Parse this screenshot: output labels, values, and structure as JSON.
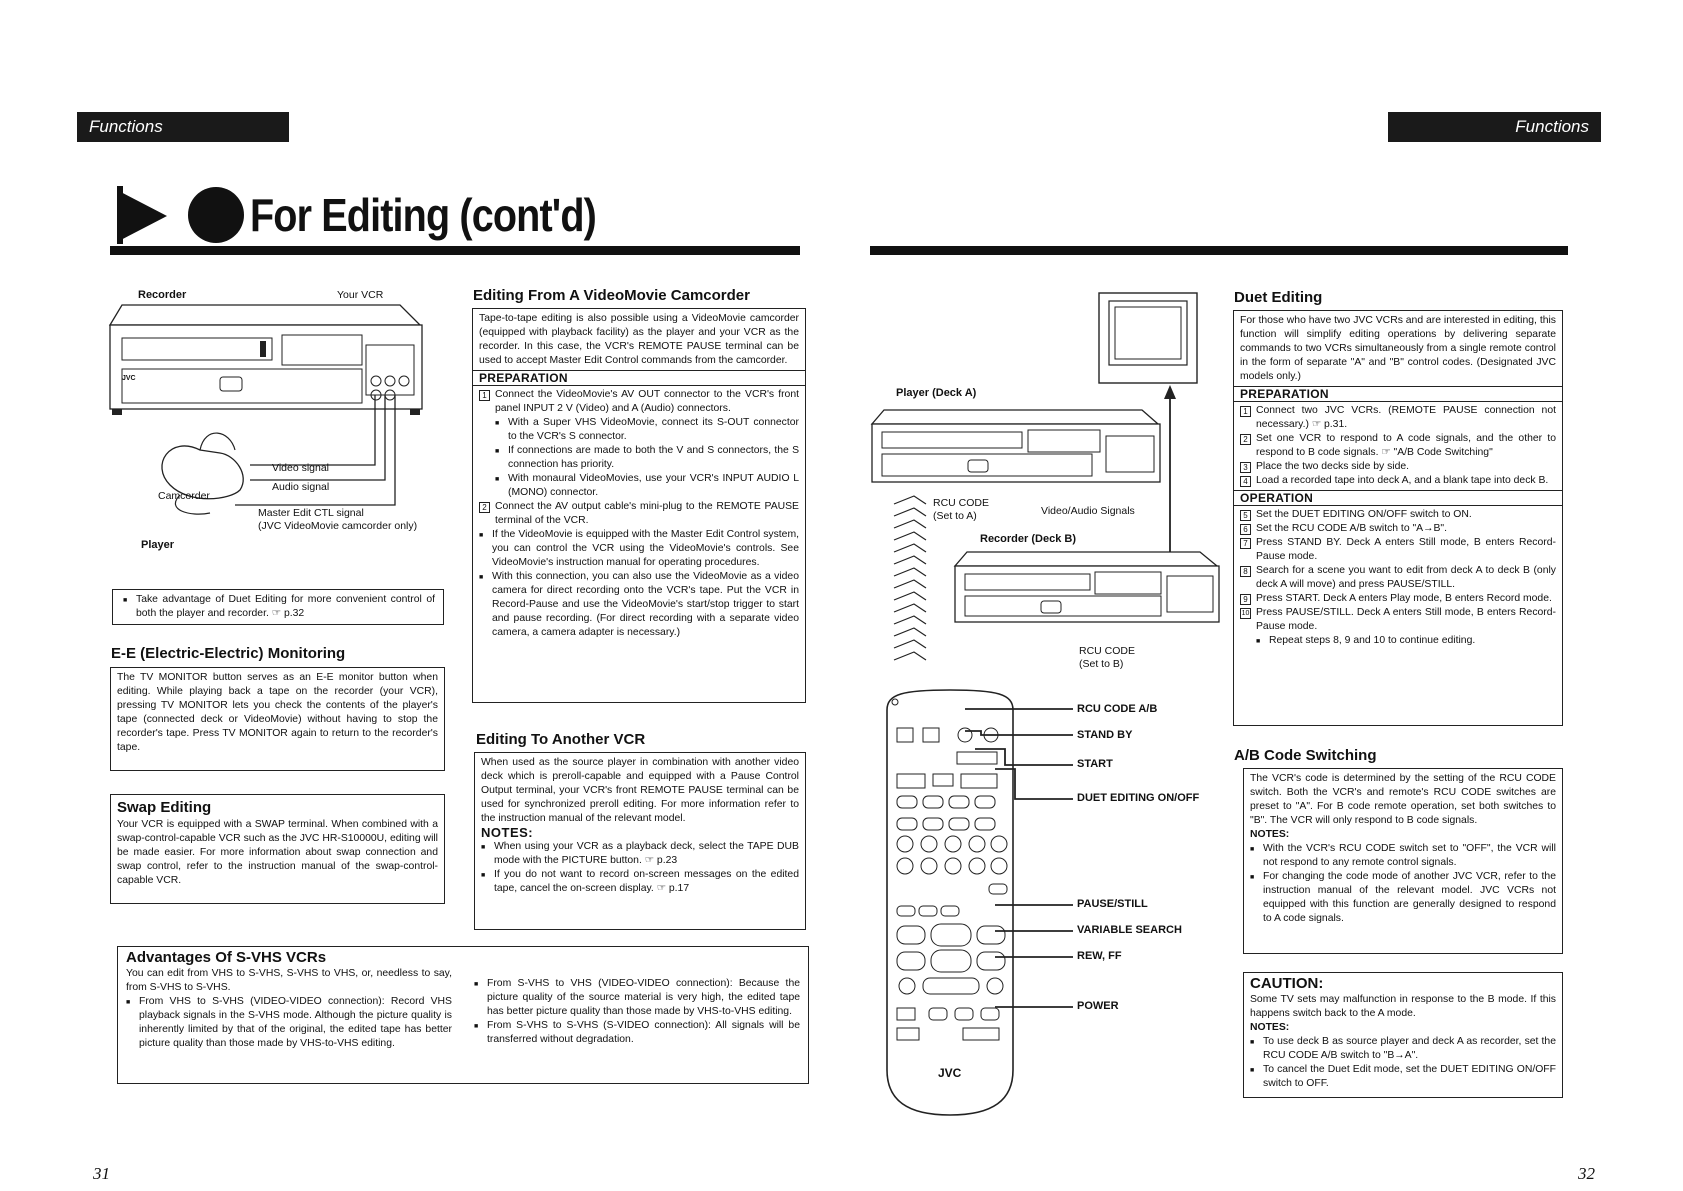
{
  "header": {
    "left_label": "Functions",
    "right_label": "Functions"
  },
  "title": "For Editing (cont'd)",
  "left_diagram": {
    "recorder": "Recorder",
    "your_vcr": "Your VCR",
    "brand": "JVC",
    "camcorder": "Camcorder",
    "player": "Player",
    "video_signal": "Video signal",
    "audio_signal": "Audio signal",
    "master_edit_1": "Master Edit CTL signal",
    "master_edit_2": "(JVC VideoMovie camcorder only)"
  },
  "tip_box": "Take advantage of Duet Editing for more convenient control of both the player and recorder. ☞ p.32",
  "ee": {
    "title": "E-E (Electric-Electric) Monitoring",
    "body": "The TV MONITOR button serves as an E-E monitor button when editing. While playing back a tape on the recorder (your VCR), pressing TV MONITOR lets you check the contents of the player's tape (connected deck or VideoMovie) without having to stop the recorder's tape. Press TV MONITOR again to return to the recorder's tape."
  },
  "swap": {
    "title": "Swap Editing",
    "body": "Your VCR is equipped with a SWAP terminal. When combined with a swap-control-capable VCR such as the JVC HR-S10000U, editing will be made easier. For more information about swap connection and swap control, refer to the instruction manual of the swap-control-capable VCR."
  },
  "videomovie": {
    "title": "Editing From A VideoMovie Camcorder",
    "intro": "Tape-to-tape editing is also possible using a VideoMovie camcorder (equipped with playback facility) as the player and your VCR as the recorder. In this case, the VCR's REMOTE PAUSE terminal can be used to accept Master Edit Control commands from the camcorder.",
    "prep_head": "PREPARATION",
    "step1": "Connect the VideoMovie's AV OUT connector to the VCR's front panel INPUT 2 V (Video) and A (Audio) connectors.",
    "b1": "With a Super VHS VideoMovie, connect its S-OUT connector to the VCR's S connector.",
    "b2": "If connections are made to both the V and S connectors, the S connection has priority.",
    "b3": "With monaural VideoMovies, use your VCR's INPUT AUDIO L (MONO) connector.",
    "step2": "Connect the AV output cable's mini-plug to the REMOTE PAUSE terminal of the VCR.",
    "b4": "If the VideoMovie is equipped with the Master Edit Control system, you can control the VCR using the VideoMovie's controls. See VideoMovie's instruction manual for operating procedures.",
    "b5": "With this connection, you can also use the VideoMovie as a video camera for direct recording onto the VCR's tape. Put the VCR in Record-Pause and use the VideoMovie's start/stop trigger to start and pause recording. (For direct recording with a separate video camera, a camera adapter is necessary.)"
  },
  "another_vcr": {
    "title": "Editing To Another VCR",
    "body": "When used as the source player in combination with another video deck which is preroll-capable and equipped with a Pause Control Output terminal, your VCR's front REMOTE PAUSE terminal can be used for synchronized preroll editing. For more information refer to the instruction manual of the relevant model.",
    "notes_head": "NOTES:",
    "n1": "When using your VCR as a playback deck, select the TAPE DUB mode with the PICTURE button. ☞ p.23",
    "n2": "If you do not want to record on-screen messages on the edited tape, cancel the on-screen display. ☞ p.17"
  },
  "advantages": {
    "title": "Advantages Of S-VHS VCRs",
    "intro": "You can edit from VHS to S-VHS, S-VHS to VHS, or, needless to say, from S-VHS to S-VHS.",
    "a1": "From VHS to S-VHS (VIDEO-VIDEO connection): Record VHS playback signals in the S-VHS mode. Although the picture quality is inherently limited by that of the original, the edited tape has better picture quality than those made by VHS-to-VHS editing.",
    "a2": "From S-VHS to VHS (VIDEO-VIDEO connection): Because the picture quality of the source material is very high, the edited tape has better picture quality than those made by VHS-to-VHS editing.",
    "a3": "From S-VHS to S-VHS (S-VIDEO connection): All signals will be transferred without degradation."
  },
  "right_diagram": {
    "player": "Player (Deck A)",
    "recorder": "Recorder (Deck B)",
    "rcu_a_1": "RCU CODE",
    "rcu_a_2": "(Set to A)",
    "rcu_b_1": "RCU CODE",
    "rcu_b_2": "(Set to B)",
    "av_signals": "Video/Audio Signals",
    "brand": "JVC",
    "labels": {
      "rcu_ab": "RCU CODE A/B",
      "standby": "STAND BY",
      "start": "START",
      "duet": "DUET EDITING ON/OFF",
      "pause": "PAUSE/STILL",
      "var_search": "VARIABLE SEARCH",
      "rew_ff": "REW, FF",
      "power": "POWER"
    }
  },
  "duet": {
    "title": "Duet Editing",
    "intro": "For those who have two JVC VCRs and are interested in editing, this function will simplify editing operations by delivering separate commands to two VCRs simultaneously from a single remote control in the form of separate \"A\" and \"B\" control codes. (Designated JVC models only.)",
    "prep_head": "PREPARATION",
    "s1": "Connect two JVC VCRs. (REMOTE PAUSE connection not necessary.) ☞ p.31.",
    "s2": "Set one VCR to respond to A code signals, and the other to respond to B code signals. ☞ \"A/B Code Switching\"",
    "s3": "Place the two decks side by side.",
    "s4": "Load a recorded tape into deck A, and a blank tape into deck B.",
    "op_head": "OPERATION",
    "s5": "Set the DUET EDITING ON/OFF switch to ON.",
    "s6": "Set the RCU CODE A/B switch to \"A→B\".",
    "s7": "Press STAND BY. Deck A enters Still mode, B enters Record-Pause mode.",
    "s8": "Search for a scene you want to edit from deck A to deck B (only deck A will move) and press PAUSE/STILL.",
    "s9": "Press START. Deck A enters Play mode, B enters Record mode.",
    "s10": "Press PAUSE/STILL. Deck A enters Still mode, B enters Record-Pause mode.",
    "rep": "Repeat steps 8, 9 and 10 to continue editing."
  },
  "ab": {
    "title": "A/B Code Switching",
    "body": "The VCR's code is determined by the setting of the RCU CODE switch. Both the VCR's and remote's RCU CODE switches are preset to \"A\". For B code remote operation, set both switches to \"B\". The VCR will only respond to B code signals.",
    "notes_head": "NOTES:",
    "n1": "With the VCR's RCU CODE switch set to \"OFF\", the VCR will not respond to any remote control signals.",
    "n2": "For changing the code mode of another JVC VCR, refer to the instruction manual of the relevant model. JVC VCRs not equipped with this function are generally designed to respond to A code signals."
  },
  "caution": {
    "title": "CAUTION:",
    "body": "Some TV sets may malfunction in response to the B mode. If this happens switch back to the A mode.",
    "notes_head": "NOTES:",
    "n1": "To use deck B as source player and deck A as recorder, set the RCU CODE A/B switch to \"B→A\".",
    "n2": "To cancel the Duet Edit mode, set the DUET EDITING ON/OFF switch to OFF."
  },
  "page_left": "31",
  "page_right": "32"
}
